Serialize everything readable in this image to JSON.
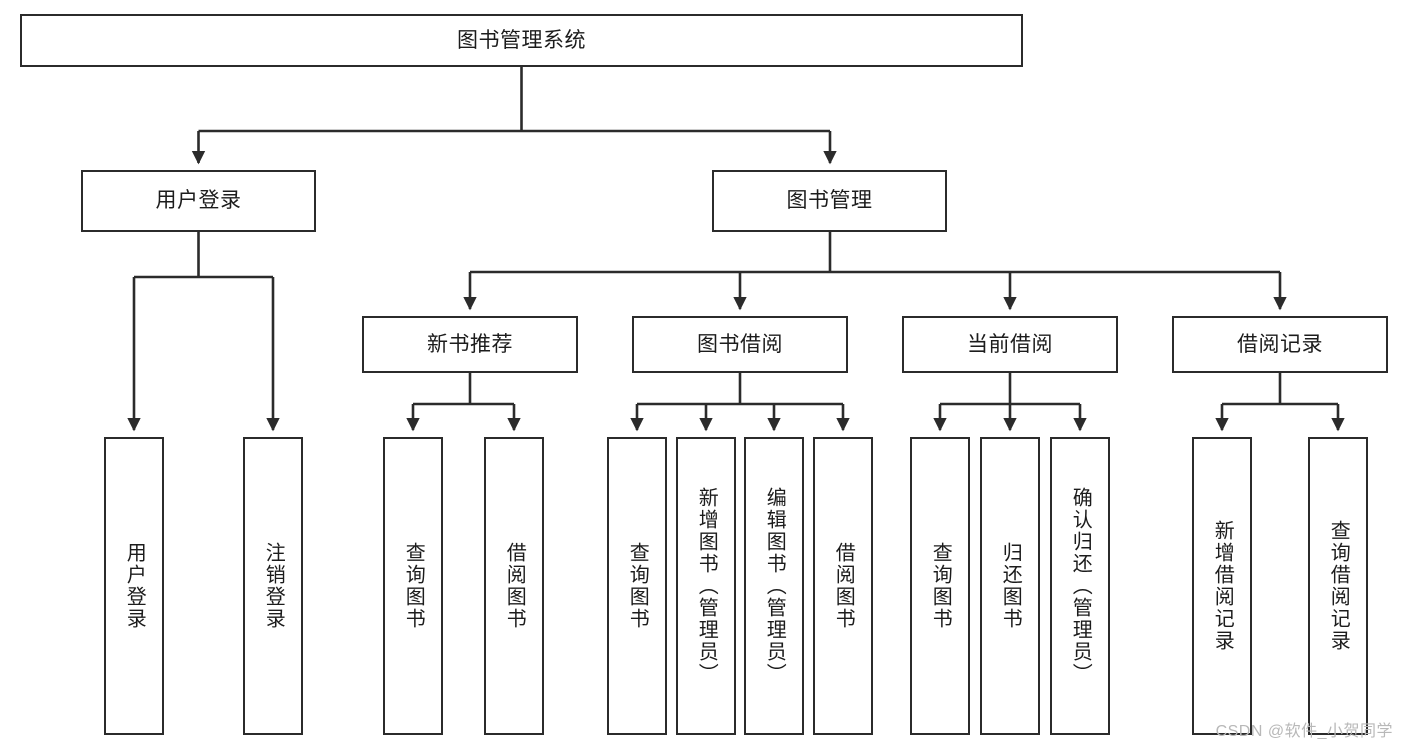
{
  "diagram": {
    "type": "tree",
    "title": "图书管理系统",
    "watermark": "CSDN @软件_小贺同学",
    "colors": {
      "box_border": "#2b2b2b",
      "box_fill": "#ffffff",
      "edge": "#2b2b2b",
      "text": "#1c1c1c",
      "watermark": "#b8b8b8",
      "background": "#ffffff"
    },
    "nodes": {
      "root": {
        "label": "图书管理系统"
      },
      "level2": [
        {
          "id": "user-login",
          "label": "用户登录"
        },
        {
          "id": "book-manage",
          "label": "图书管理"
        }
      ],
      "level3": [
        {
          "id": "new-book-recommend",
          "label": "新书推荐"
        },
        {
          "id": "book-borrow",
          "label": "图书借阅"
        },
        {
          "id": "current-borrow",
          "label": "当前借阅"
        },
        {
          "id": "borrow-record",
          "label": "借阅记录"
        }
      ],
      "leaves": [
        {
          "id": "leaf-user-login",
          "label": "用户登录",
          "parent": "user-login"
        },
        {
          "id": "leaf-logout-login",
          "label": "注销登录",
          "parent": "user-login"
        },
        {
          "id": "leaf-query-book-1",
          "label": "查询图书",
          "parent": "new-book-recommend"
        },
        {
          "id": "leaf-borrow-book-1",
          "label": "借阅图书",
          "parent": "new-book-recommend"
        },
        {
          "id": "leaf-query-book-2",
          "label": "查询图书",
          "parent": "book-borrow"
        },
        {
          "id": "leaf-add-book",
          "label": "新增图书（管理员）",
          "parent": "book-borrow"
        },
        {
          "id": "leaf-edit-book",
          "label": "编辑图书（管理员）",
          "parent": "book-borrow"
        },
        {
          "id": "leaf-borrow-book-2",
          "label": "借阅图书",
          "parent": "book-borrow"
        },
        {
          "id": "leaf-query-book-3",
          "label": "查询图书",
          "parent": "current-borrow"
        },
        {
          "id": "leaf-return-book",
          "label": "归还图书",
          "parent": "current-borrow"
        },
        {
          "id": "leaf-confirm-return",
          "label": "确认归还（管理员）",
          "parent": "current-borrow"
        },
        {
          "id": "leaf-add-record",
          "label": "新增借阅记录",
          "parent": "borrow-record"
        },
        {
          "id": "leaf-query-record",
          "label": "查询借阅记录",
          "parent": "borrow-record"
        }
      ]
    }
  }
}
